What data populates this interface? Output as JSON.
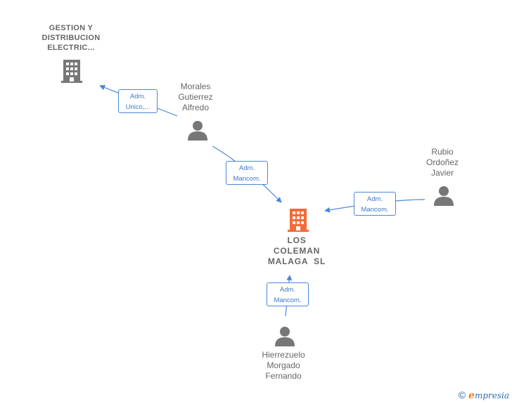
{
  "colors": {
    "main": "#f26b38",
    "node": "#777777",
    "edge": "#4a88d8"
  },
  "nodes": {
    "company_gestion": {
      "lines": [
        "GESTION Y",
        "DISTRIBUCION",
        "ELECTRIC..."
      ],
      "icon": "building-icon"
    },
    "company_main": {
      "lines": [
        "LOS",
        "COLEMAN",
        "MALAGA  SL"
      ],
      "icon": "building-icon"
    },
    "person_morales": {
      "lines": [
        "Morales",
        "Gutierrez",
        "Alfredo"
      ],
      "icon": "person-icon"
    },
    "person_rubio": {
      "lines": [
        "Rubio",
        "Ordoñez",
        "Javier"
      ],
      "icon": "person-icon"
    },
    "person_hierrezuelo": {
      "lines": [
        "Hierrezuelo",
        "Morgado",
        "Fernando"
      ],
      "icon": "person-icon"
    }
  },
  "edges": [
    {
      "from": "person_morales",
      "to": "company_gestion",
      "label": [
        "Adm.",
        "Unico,..."
      ]
    },
    {
      "from": "person_morales",
      "to": "company_main",
      "label": [
        "Adm.",
        "Mancom."
      ]
    },
    {
      "from": "person_rubio",
      "to": "company_main",
      "label": [
        "Adm.",
        "Mancom."
      ]
    },
    {
      "from": "person_hierrezuelo",
      "to": "company_main",
      "label": [
        "Adm.",
        "Mancom."
      ]
    }
  ],
  "brand": {
    "copyright": "©",
    "first_letter": "e",
    "rest": "mpresia"
  }
}
